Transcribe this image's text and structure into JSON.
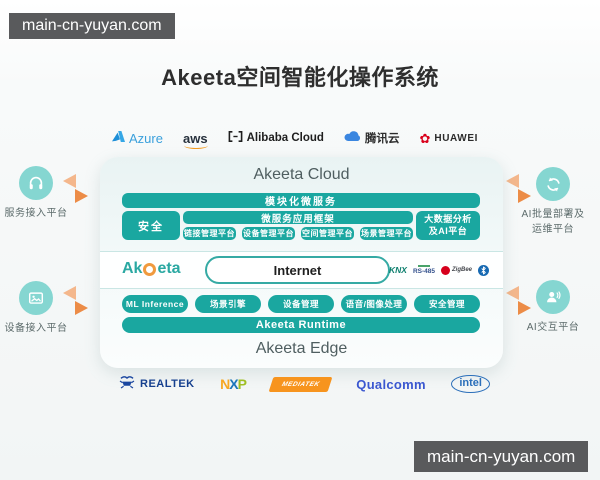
{
  "watermark": {
    "top_left": "main-cn-yuyan.com",
    "bottom_right": "main-cn-yuyan.com"
  },
  "title": "Akeeta空间智能化操作系统",
  "colors": {
    "teal": "#1aa7a0",
    "light_teal": "#85d6d1",
    "arrow_dark": "#ec8c47",
    "arrow_light": "#f4b78c",
    "watermark_bg": "#595a5c"
  },
  "cloud_vendors": {
    "azure": "Azure",
    "aws": "aws",
    "alibaba": "Alibaba Cloud",
    "tencent": "腾讯云",
    "huawei": "HUAWEI"
  },
  "side_platforms": {
    "service_access": "服务接入平台",
    "device_access": "设备接入平台",
    "ai_deploy_line1": "AI批量部署及",
    "ai_deploy_line2": "运维平台",
    "ai_interaction": "AI交互平台"
  },
  "diagram": {
    "cloud_title": "Akeeta Cloud",
    "modular_microservices": "模块化微服务",
    "security": "安全",
    "microservice_framework": "微服务应用框架",
    "bigdata_line1": "大数据分析",
    "bigdata_line2": "及AI平台",
    "mgmt_platforms": [
      "链接管理平台",
      "设备管理平台",
      "空间管理平台",
      "场景管理平台"
    ],
    "brand_prefix": "Ak",
    "brand_suffix": "eta",
    "internet": "Internet",
    "protocols": {
      "knx": "KNX",
      "rs485": "RS-485",
      "zigbee": "ZigBee"
    },
    "runtime_modules": [
      "ML Inference",
      "场景引擎",
      "设备管理",
      "语音/图像处理",
      "安全管理"
    ],
    "runtime": "Akeeta Runtime",
    "edge_title": "Akeeta Edge"
  },
  "chip_vendors": {
    "realtek": "REALTEK",
    "nxp": {
      "n": "N",
      "x": "X",
      "p": "P"
    },
    "mediatek": "MEDIATEK",
    "qualcomm": "Qualcomm",
    "intel": "intel"
  }
}
